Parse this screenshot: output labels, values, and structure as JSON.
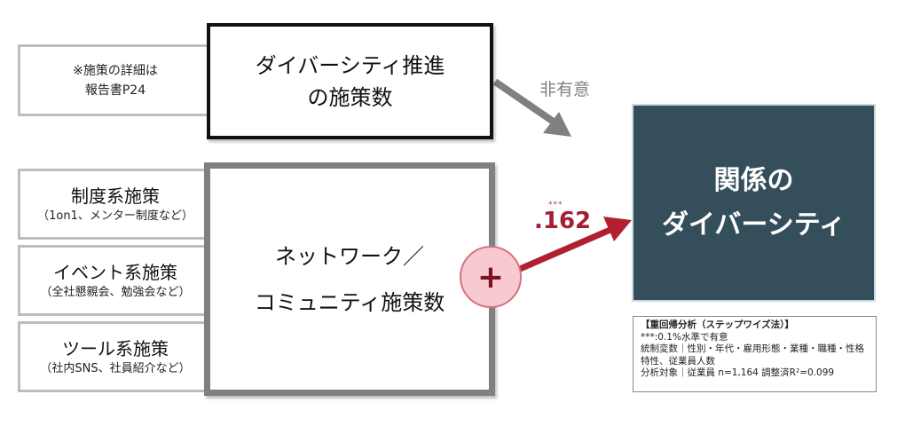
{
  "note": {
    "line1": "※施策の詳細は",
    "line2": "報告書P24"
  },
  "diversity_measures": {
    "line1": "ダイバーシティ推進",
    "line2": "の施策数"
  },
  "categories": [
    {
      "title": "制度系施策",
      "sub": "（1on1、メンター制度など）"
    },
    {
      "title": "イベント系施策",
      "sub": "（全社懇親会、勉強会など）"
    },
    {
      "title": "ツール系施策",
      "sub": "（社内SNS、社員紹介など）"
    }
  ],
  "network_measures": {
    "line1": "ネットワーク／",
    "line2": "コミュニティ施策数"
  },
  "paths": {
    "nonsignificant_label": "非有意",
    "significance_stars": "***",
    "coefficient": ".162",
    "plus_symbol": "+"
  },
  "outcome": {
    "line1": "関係の",
    "line2": "ダイバーシティ"
  },
  "stats": {
    "header": "【重回帰分析（ステップワイズ法）】",
    "line1": "***:0.1%水準で有意",
    "line2": "統制変数｜性別・年代・雇用形態・業種・職種・性格特性、従業員人数",
    "line3": "分析対象｜従業員 n=1,164 調整済R²=0.099"
  },
  "colors": {
    "outcome_bg": "#344f5b",
    "positive_arrow": "#b0202f",
    "nonsig_arrow": "#808080",
    "plus_fill": "#f7c9d1"
  }
}
